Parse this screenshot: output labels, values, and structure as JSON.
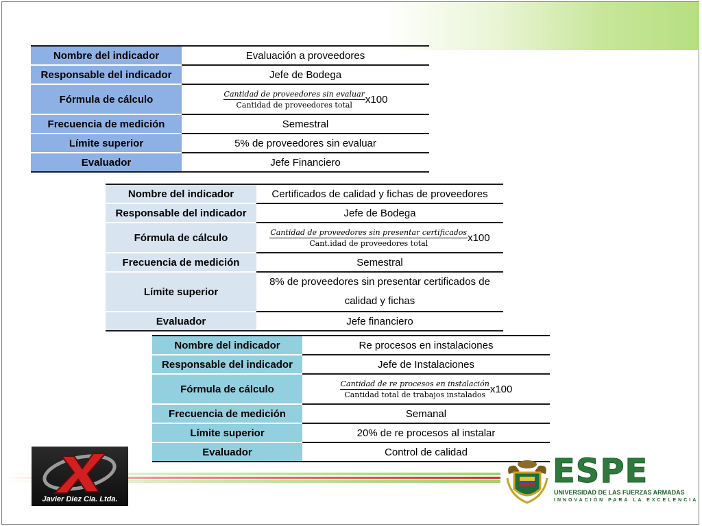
{
  "tables": [
    {
      "rows": [
        {
          "label": "Nombre del indicador",
          "value": "Evaluación a proveedores"
        },
        {
          "label": "Responsable del indicador",
          "value": "Jefe de Bodega"
        },
        {
          "label": "Fórmula de cálculo",
          "formula": {
            "numerator": "Cantidad  de proveedores sin evaluar",
            "denominator": "Cantidad  de proveedores total",
            "suffix": "x100"
          }
        },
        {
          "label": "Frecuencia de medición",
          "value": "Semestral"
        },
        {
          "label": "Límite superior",
          "value": "5% de proveedores sin evaluar"
        },
        {
          "label": "Evaluador",
          "value": "Jefe Financiero"
        }
      ]
    },
    {
      "rows": [
        {
          "label": "Nombre del indicador",
          "value": "Certificados de calidad y fichas de proveedores"
        },
        {
          "label": "Responsable del indicador",
          "value": "Jefe de Bodega"
        },
        {
          "label": "Fórmula de cálculo",
          "formula": {
            "numerator": "Cantidad  de proveedores sin presentar certificados",
            "denominator": "Cant.idad de proveedores total",
            "suffix": "x100"
          }
        },
        {
          "label": "Frecuencia de medición",
          "value": "Semestral"
        },
        {
          "label": "Límite superior",
          "value": "8% de proveedores sin presentar certificados de calidad y fichas"
        },
        {
          "label": "Evaluador",
          "value": "Jefe financiero"
        }
      ]
    },
    {
      "rows": [
        {
          "label": "Nombre del indicador",
          "value": "Re procesos en instalaciones"
        },
        {
          "label": "Responsable del indicador",
          "value": "Jefe de Instalaciones"
        },
        {
          "label": "Fórmula de cálculo",
          "formula": {
            "numerator": "Cantidad  de re procesos en instalación",
            "denominator": "Cantidad  total de trabajos instalados",
            "suffix": "x100"
          }
        },
        {
          "label": "Frecuencia de medición",
          "value": "Semanal"
        },
        {
          "label": "Límite superior",
          "value": "20% de re procesos al instalar"
        },
        {
          "label": "Evaluador",
          "value": "Control de calidad"
        }
      ]
    }
  ],
  "logos": {
    "left_brand": "Javier Diez Cia. Ltda.",
    "espe_word": "ESPE",
    "espe_name": "UNIVERSIDAD DE LAS FUERZAS ARMADAS",
    "espe_motto": "INNOVACIÓN PARA LA EXCELENCIA"
  },
  "colors": {
    "table1_label": "#8eb1e5",
    "table2_label": "#d9e4f1",
    "table3_label": "#92cfdf",
    "brand_green": "#2e7a3c",
    "stripe_red": "#d9261c"
  }
}
